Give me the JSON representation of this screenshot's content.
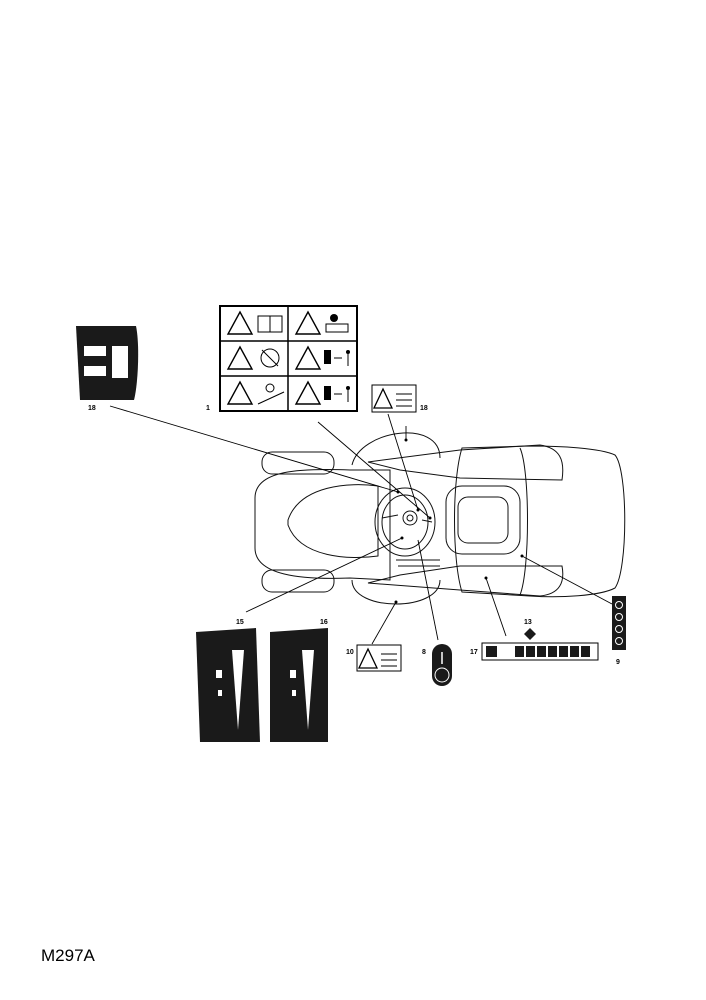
{
  "figure_code": "M297A",
  "callouts": [
    "1",
    "18",
    "18",
    "15",
    "16",
    "10",
    "8",
    "17",
    "13",
    "9"
  ],
  "colors": {
    "ink": "#000000",
    "label_fill": "#1a1a1a",
    "paper": "#ffffff"
  }
}
